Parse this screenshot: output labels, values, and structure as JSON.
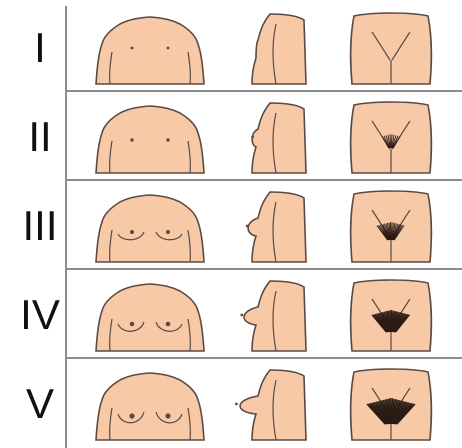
{
  "stages": [
    {
      "label": "I",
      "breast_level": 0,
      "pubic_hair_level": 0
    },
    {
      "label": "II",
      "breast_level": 1,
      "pubic_hair_level": 1
    },
    {
      "label": "III",
      "breast_level": 2,
      "pubic_hair_level": 2
    },
    {
      "label": "IV",
      "breast_level": 3,
      "pubic_hair_level": 3
    },
    {
      "label": "V",
      "breast_level": 4,
      "pubic_hair_level": 4
    }
  ],
  "colors": {
    "skin": "#f7c9a6",
    "outline": "#5a4a44",
    "hair": "#2a1a14",
    "divider": "#8c8c8c",
    "label": "#111111"
  }
}
